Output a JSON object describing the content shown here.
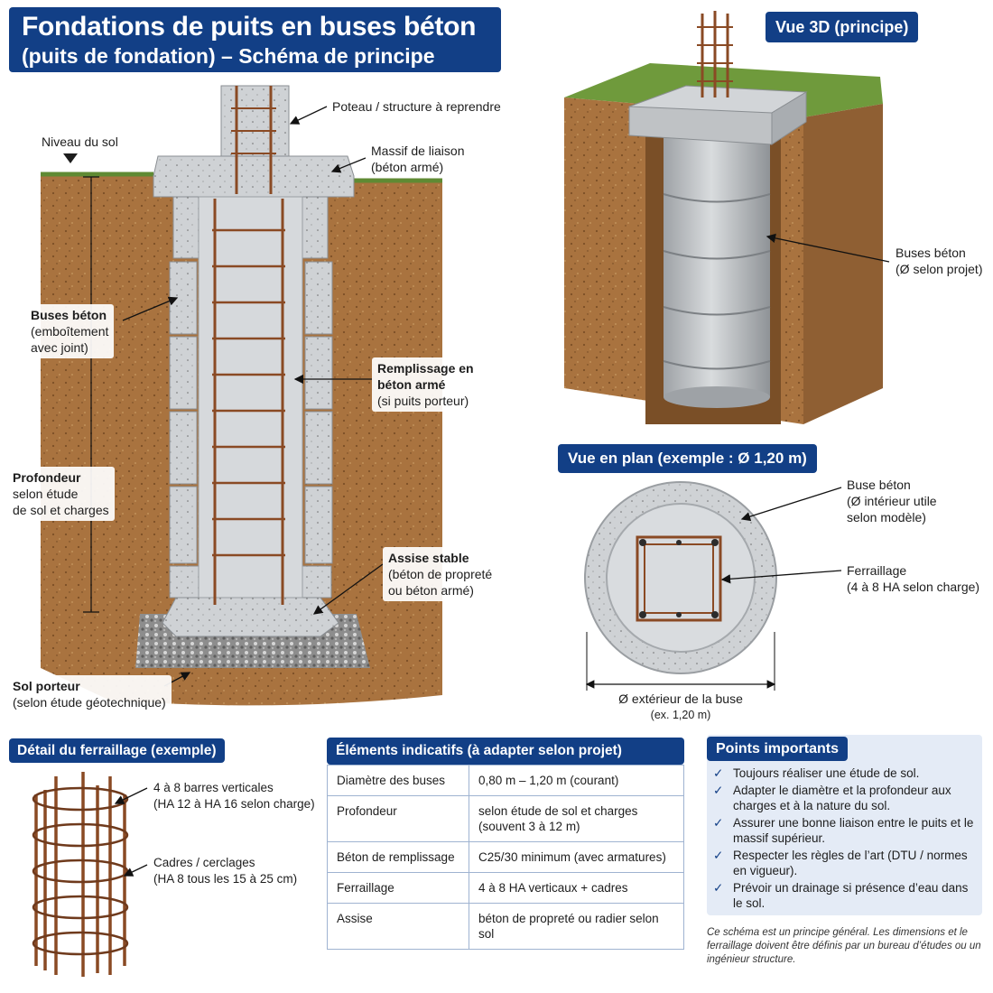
{
  "title": {
    "line1": "Fondations de puits en buses béton",
    "line2": "(puits de fondation) – Schéma de principe"
  },
  "section_view": {
    "poteau": "Poteau / structure à reprendre",
    "niveau_sol": "Niveau du sol",
    "massif_title": "Massif de liaison",
    "massif_sub": "(béton armé)",
    "buses_title": "Buses béton",
    "buses_sub1": "(emboîtement",
    "buses_sub2": "avec joint)",
    "remplissage_title1": "Remplissage en",
    "remplissage_title2": "béton armé",
    "remplissage_sub": "(si puits porteur)",
    "profondeur_title": "Profondeur",
    "profondeur_sub1": "selon étude",
    "profondeur_sub2": "de sol et charges",
    "assise_title": "Assise stable",
    "assise_sub1": "(béton de propreté",
    "assise_sub2": "ou béton armé)",
    "sol_title": "Sol porteur",
    "sol_sub": "(selon étude géotechnique)"
  },
  "view_3d": {
    "tag": "Vue 3D (principe)",
    "buses_title": "Buses béton",
    "buses_sub": "(Ø selon projet)"
  },
  "plan_view": {
    "tag": "Vue en plan (exemple : Ø 1,20 m)",
    "buse_title": "Buse béton",
    "buse_sub1": "(Ø intérieur utile",
    "buse_sub2": "selon modèle)",
    "ferr_title": "Ferraillage",
    "ferr_sub": "(4 à 8 HA selon charge)",
    "diam_label": "Ø extérieur de la buse",
    "diam_sub": "(ex. 1,20 m)"
  },
  "rebar_detail": {
    "tag": "Détail du ferraillage (exemple)",
    "bars_title": "4 à 8 barres verticales",
    "bars_sub": "(HA 12 à HA 16 selon charge)",
    "cadres_title": "Cadres / cerclages",
    "cadres_sub": "(HA 8 tous les 15 à 25 cm)"
  },
  "indicative": {
    "tag": "Éléments indicatifs (à adapter selon projet)",
    "rows": [
      {
        "k": "Diamètre des buses",
        "v": "0,80 m – 1,20 m (courant)"
      },
      {
        "k": "Profondeur",
        "v": "selon étude de sol et charges (souvent 3 à 12 m)"
      },
      {
        "k": "Béton de remplissage",
        "v": "C25/30 minimum (avec armatures)"
      },
      {
        "k": "Ferraillage",
        "v": "4 à 8 HA verticaux + cadres"
      },
      {
        "k": "Assise",
        "v": "béton de propreté ou radier selon sol"
      }
    ]
  },
  "points": {
    "tag": "Points importants",
    "check_icon": "✓",
    "items": [
      "Toujours réaliser une étude de sol.",
      "Adapter le diamètre et la profondeur aux charges et à la nature du sol.",
      "Assurer une bonne liaison entre le puits et le massif supérieur.",
      "Respecter les règles de l’art (DTU / normes en vigueur).",
      "Prévoir un drainage si présence d’eau dans le sol."
    ]
  },
  "footnote": "Ce schéma est un principe général. Les dimensions et le ferraillage doivent être définis par un bureau d’études ou un ingénieur structure.",
  "colors": {
    "brand_blue": "#123f86",
    "soil": "#a9733f",
    "concrete": "#c9ccd0",
    "rebar": "#8a4a24",
    "grass": "#5f8a33"
  }
}
